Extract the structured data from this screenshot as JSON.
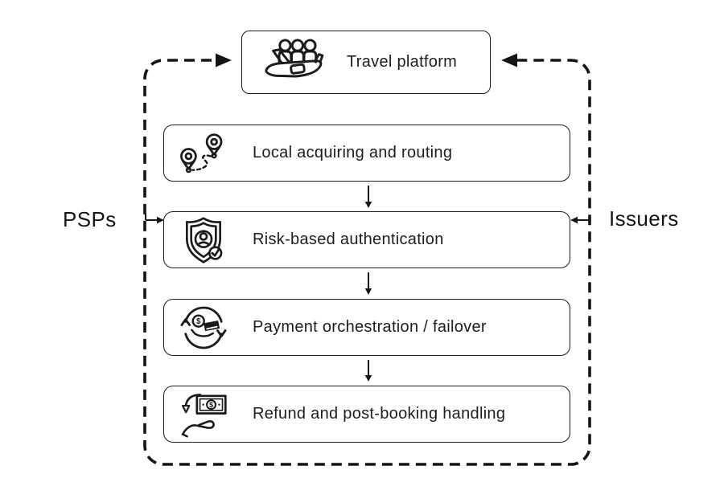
{
  "diagram": {
    "title_node": {
      "label": "Travel platform",
      "icon": "plane-passengers-icon"
    },
    "flow_nodes": [
      {
        "label": "Local acquiring and routing",
        "icon": "route-pins-icon"
      },
      {
        "label": "Risk-based authentication",
        "icon": "shield-user-check-icon"
      },
      {
        "label": "Payment orchestration / failover",
        "icon": "payment-cycle-icon"
      },
      {
        "label": "Refund and post-booking handling",
        "icon": "refund-hand-icon"
      }
    ],
    "side_labels": {
      "left": "PSPs",
      "right": "Issuers"
    },
    "connectors": {
      "enclosure": "dashed rounded rectangle with arrows into travel platform",
      "left_arrow_target": "Risk-based authentication",
      "right_arrow_target": "Risk-based authentication",
      "vertical_arrows": 3
    },
    "colors": {
      "stroke": "#1b1b1b",
      "text": "#1d1d1d",
      "background": "#ffffff"
    }
  }
}
